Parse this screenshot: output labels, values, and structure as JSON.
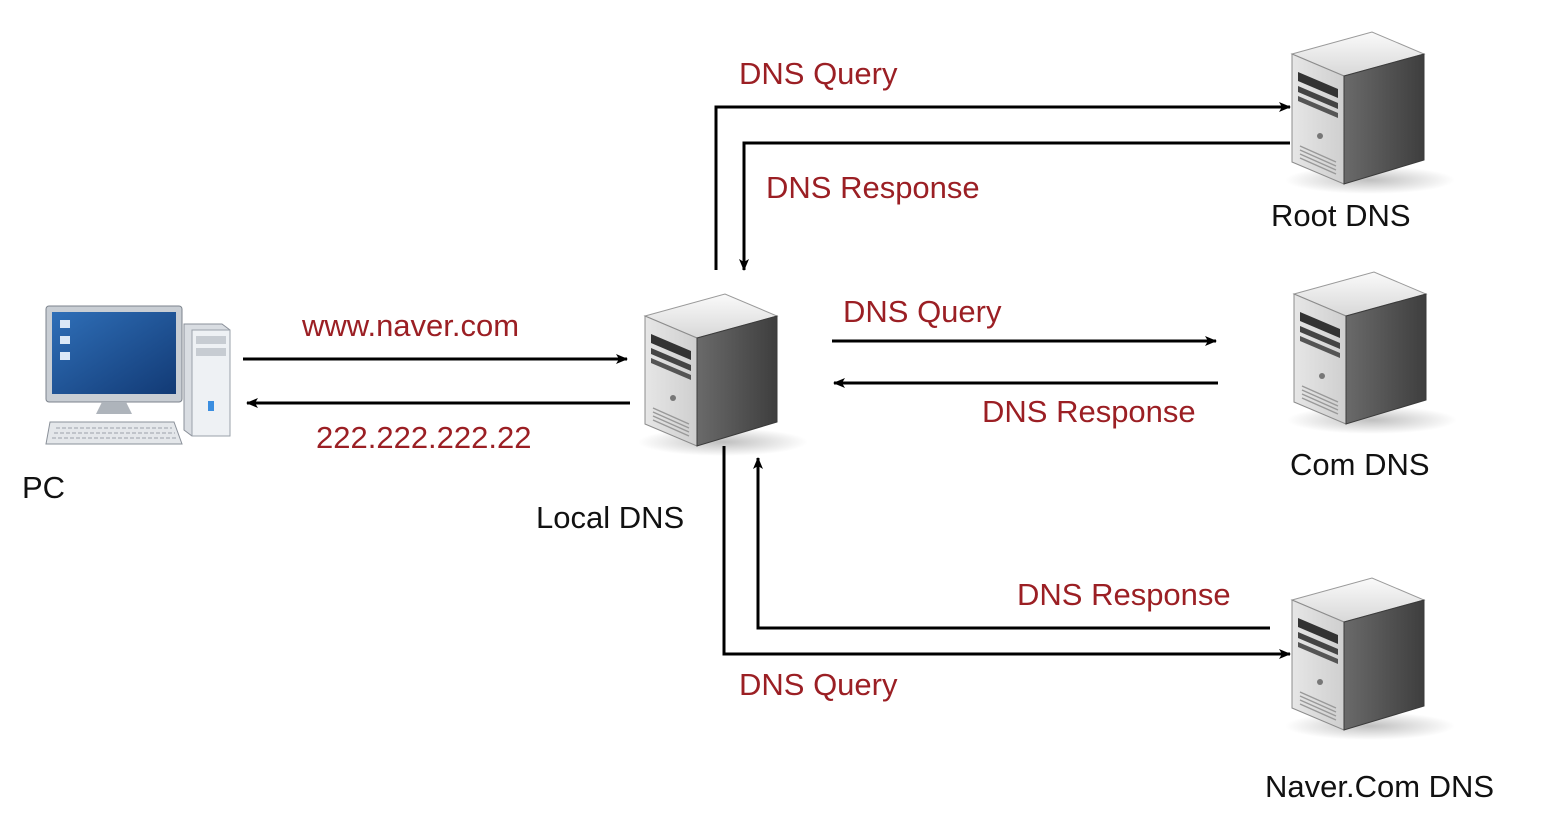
{
  "nodes": {
    "pc": {
      "label": "PC"
    },
    "local_dns": {
      "label": "Local DNS"
    },
    "root_dns": {
      "label": "Root DNS"
    },
    "com_dns": {
      "label": "Com DNS"
    },
    "naver_dns": {
      "label": "Naver.Com DNS"
    }
  },
  "edges": {
    "pc_to_local": {
      "label": "www.naver.com"
    },
    "local_to_pc": {
      "label": "222.222.222.22"
    },
    "local_to_root": {
      "label": "DNS Query"
    },
    "root_to_local": {
      "label": "DNS Response"
    },
    "local_to_com": {
      "label": "DNS Query"
    },
    "com_to_local": {
      "label": "DNS Response"
    },
    "naver_to_local": {
      "label": "DNS Response"
    },
    "local_to_naver": {
      "label": "DNS Query"
    }
  },
  "colors": {
    "edge_label": "#9b1f24",
    "node_label": "#111111",
    "arrow": "#000000"
  }
}
